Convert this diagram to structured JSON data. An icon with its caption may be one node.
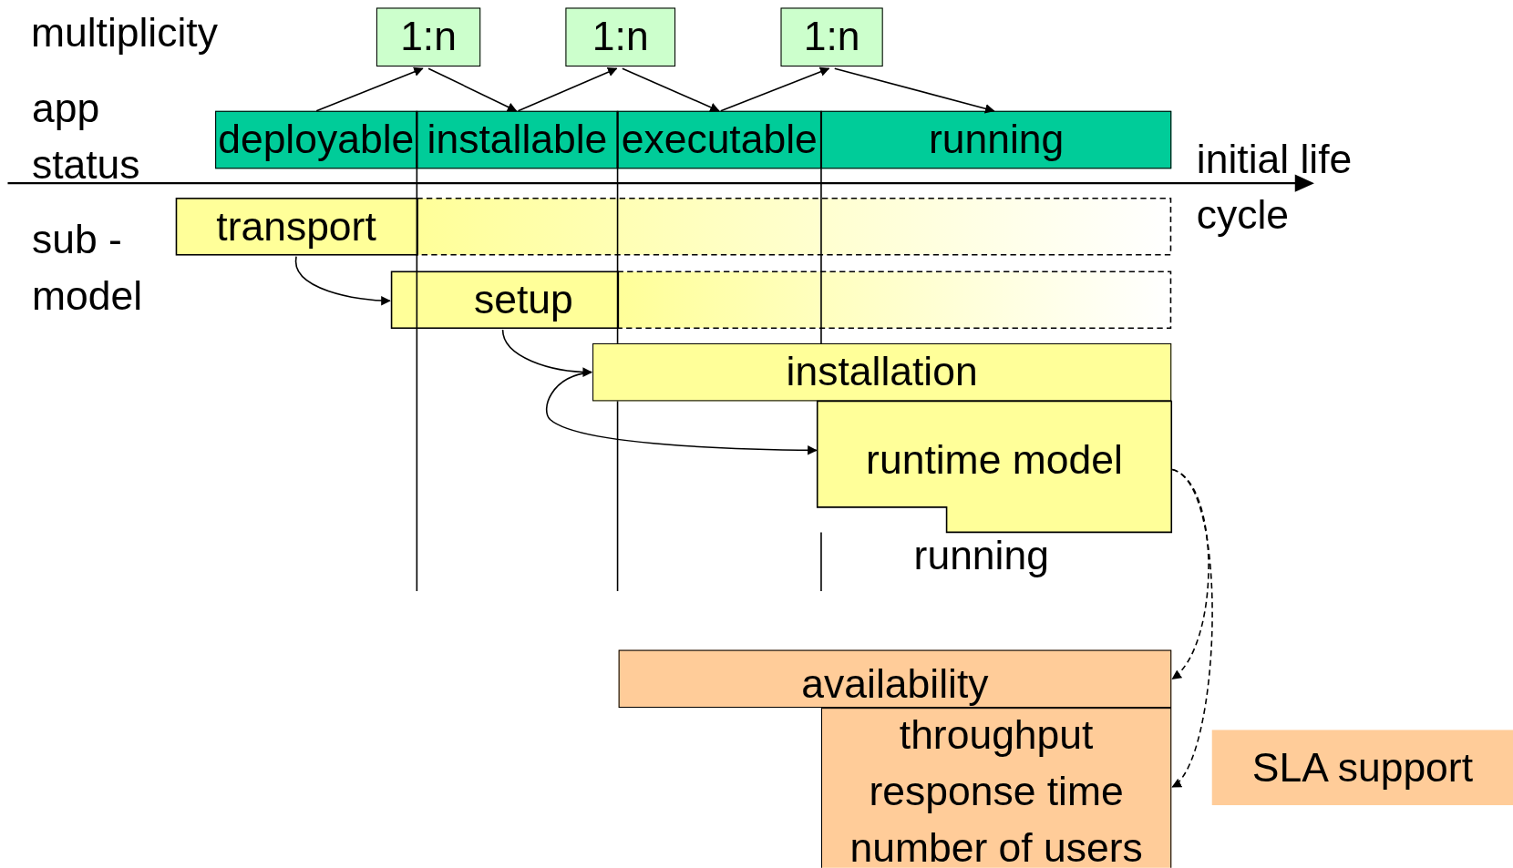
{
  "diagram": {
    "nodes": [
      {
        "text": [
          "1:n"
        ]
      },
      {
        "text": [
          "1:n"
        ]
      },
      {
        "text": [
          "1:n"
        ]
      },
      {
        "text": [
          "deployable"
        ]
      },
      {
        "text": [
          "installable"
        ]
      },
      {
        "text": [
          "executable"
        ]
      },
      {
        "text": [
          "running"
        ]
      },
      {
        "text": [
          "transport"
        ]
      },
      {
        "text": [
          "setup"
        ]
      },
      {
        "text": [
          "installation"
        ]
      },
      {
        "text": [
          "runtime model"
        ],
        "beside": [
          "running"
        ]
      },
      {
        "text": [
          "availability"
        ]
      },
      {
        "text": [
          "throughput",
          "response time",
          "number of users"
        ]
      },
      {
        "text": [
          "SLA support"
        ]
      }
    ],
    "edges": [
      {
        "from": 3,
        "to": 0,
        "arrow": "to"
      },
      {
        "from": 0,
        "to": 4,
        "arrow": "to"
      },
      {
        "from": 4,
        "to": 1,
        "arrow": "to"
      },
      {
        "from": 1,
        "to": 5,
        "arrow": "to"
      },
      {
        "from": 5,
        "to": 2,
        "arrow": "to"
      },
      {
        "from": 2,
        "to": 6,
        "arrow": "to"
      },
      {
        "from": 7,
        "to": 8,
        "arrow": "to"
      },
      {
        "from": 8,
        "to": 9,
        "arrow": "to"
      },
      {
        "from": 9,
        "to": 10,
        "arrow": "to"
      },
      {
        "from": 10,
        "to": 11,
        "arrow": "to",
        "style": "dashed"
      },
      {
        "from": 10,
        "to": 12,
        "arrow": "to",
        "style": "dashed"
      }
    ],
    "labels": [
      "multiplicity",
      "app status",
      "sub -model",
      "initial life cycle"
    ]
  }
}
